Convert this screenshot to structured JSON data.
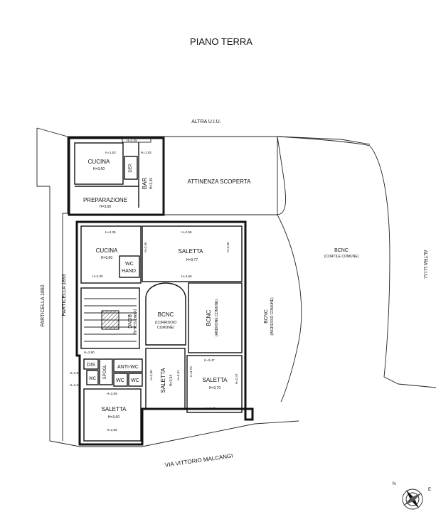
{
  "title": "PIANO TERRA",
  "labels": {
    "top_neighbor": "ALTRA U.I.U.",
    "right_neighbor": "ALTRA U.I.U.",
    "street": "VIA VITTORIO MALCANGI",
    "particella_1892": "PARTICELLA 1892",
    "particella_1893": "PARTICELLA 1893"
  },
  "rooms": {
    "cucina_top": "CUCINA",
    "cucina_top_h": "H=3,60",
    "dep": "DEP.",
    "bar": "BAR",
    "bar_h": "H=3,30",
    "preparazione": "PREPARAZIONE",
    "preparazione_h": "H=3,60",
    "attinenza": "ATTINENZA SCOPERTA",
    "cucina": "CUCINA",
    "cucina_h": "H=3,60",
    "wc_hand": "WC",
    "wc_hand_2": "HAND.",
    "saletta_top": "SALETTA",
    "saletta_top_h": "H=3,77",
    "bcnc_cortile": "BCNC",
    "bcnc_cortile_sub": "(CORTILE COMUNE)",
    "bcnc_scala": "BCNC",
    "bcnc_scala_sub": "(VANO SCALA)",
    "bcnc_corridoio": "BCNC",
    "bcnc_corridoio_sub": "(CORRIDOIO",
    "bcnc_corridoio_sub2": "COMUNE)",
    "bcnc_androne": "BCNC",
    "bcnc_androne_sub": "(ANDRONE COMUNE)",
    "bcnc_ingresso": "BCNC",
    "bcnc_ingresso_sub": "(INGRESSO COMUNE)",
    "dis": "DIS",
    "spogl": "SPOGL",
    "anti_wc": "ANTI-WC",
    "wc_a": "WC",
    "wc_b": "WC",
    "wc_c": "WC",
    "saletta_mid": "SALETTA",
    "saletta_mid_h": "H=3,54",
    "saletta_right": "SALETTA",
    "saletta_right_h": "H=3,70",
    "saletta_bottom": "SALETTA",
    "saletta_bottom_h": "H=3,60"
  },
  "heights": {
    "h1": "H=2,45",
    "h2": "H=1,53",
    "h3": "H=1,53",
    "h4": "H=2,35",
    "h5": "H=2,56",
    "h6": "H=2,30",
    "h7": "H=2,56",
    "h8": "H=2,56",
    "h9": "H=2,56",
    "h10": "H=2,80",
    "h11": "H=2,47",
    "h12": "H=3,70",
    "h13": "H=2,80",
    "h14": "H=2,60",
    "h15": "H=2,61",
    "h16": "H=2,47",
    "h17": "H=2,55",
    "h18": "H=2,47",
    "h19": "H=2,55",
    "h20": "H=2,55"
  },
  "compass": {
    "n": "N",
    "e": "E"
  }
}
